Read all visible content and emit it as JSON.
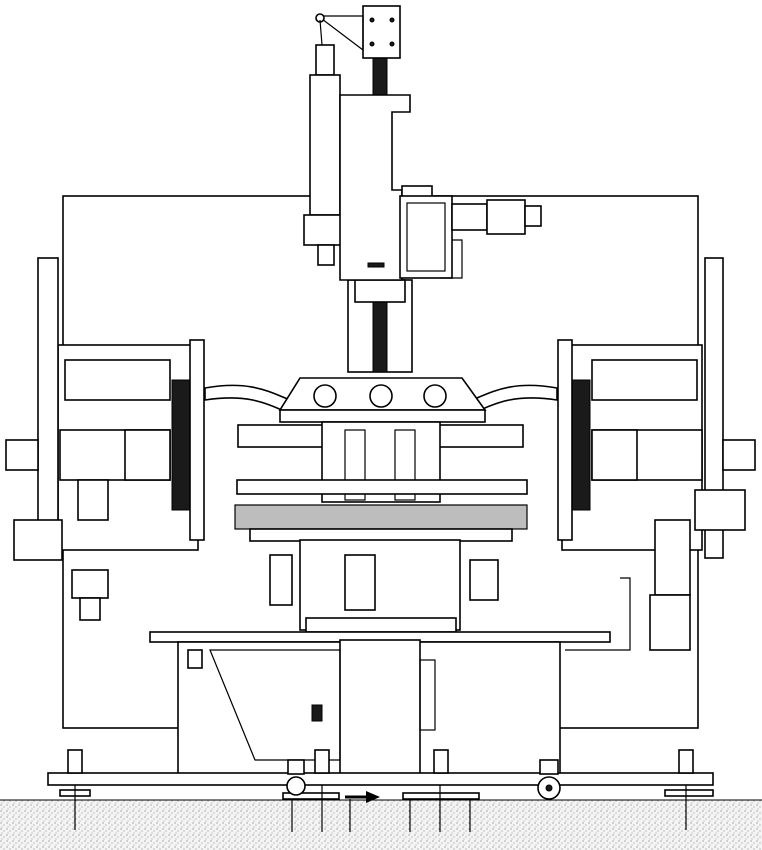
{
  "drawing": {
    "type": "mechanical-line-drawing",
    "view": "front-elevation",
    "colors": {
      "line": "#000000",
      "background": "#ffffff",
      "ground_stipple": "#9a9a9a",
      "shading": "#bdbdbd"
    },
    "components": [
      "vertical-lead-screw-column",
      "pneumatic-cylinder",
      "servo-motor",
      "rotary-head",
      "cable-chain-left",
      "cable-chain-right",
      "left-wheel-assembly",
      "right-wheel-assembly",
      "work-table",
      "base-cabinet",
      "base-rail",
      "leveling-feet",
      "caster-wheel",
      "direction-arrow-icon",
      "ground"
    ]
  }
}
